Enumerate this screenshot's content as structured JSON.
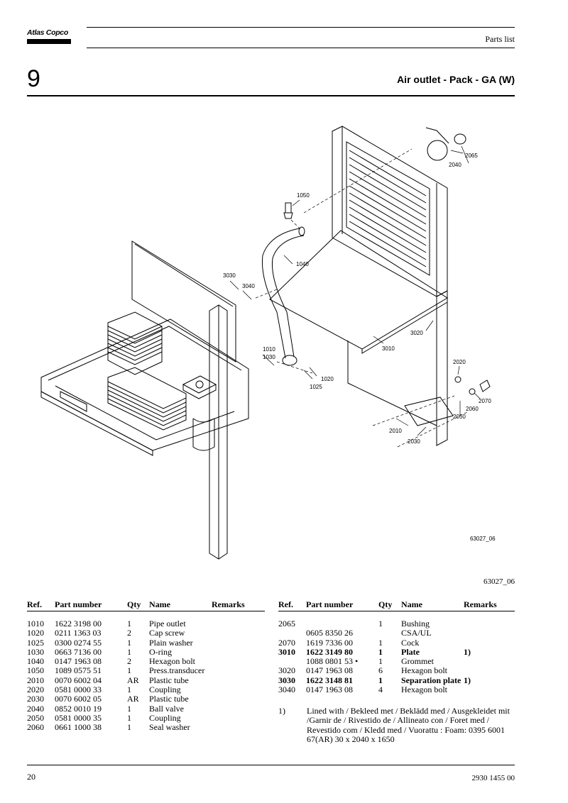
{
  "header": {
    "logo": "Atlas Copco",
    "doc_type": "Parts list",
    "section_number": "9",
    "section_title": "Air outlet - Pack - GA (W)"
  },
  "figure": {
    "callouts": [
      "1050",
      "1040",
      "3030",
      "3040",
      "1010",
      "1030",
      "1025",
      "1020",
      "3010",
      "3020",
      "2065",
      "2040",
      "2020",
      "2070",
      "2060",
      "2050",
      "2010",
      "2030"
    ],
    "inner_code": "63027_06",
    "caption": "63027_06"
  },
  "table_headers": {
    "ref": "Ref.",
    "part_number": "Part number",
    "qty": "Qty",
    "name": "Name",
    "remarks": "Remarks"
  },
  "left_rows": [
    {
      "ref": "1010",
      "part": "1622 3198 00",
      "qty": "1",
      "name": "Pipe outlet",
      "remark": ""
    },
    {
      "ref": "1020",
      "part": "0211 1363 03",
      "qty": "2",
      "name": "Cap screw",
      "remark": ""
    },
    {
      "ref": "1025",
      "part": "0300 0274 55",
      "qty": "1",
      "name": "Plain washer",
      "remark": ""
    },
    {
      "ref": "1030",
      "part": "0663 7136 00",
      "qty": "1",
      "name": "O-ring",
      "remark": ""
    },
    {
      "ref": "1040",
      "part": "0147 1963 08",
      "qty": "2",
      "name": "Hexagon bolt",
      "remark": ""
    },
    {
      "ref": "1050",
      "part": "1089 0575 51",
      "qty": "1",
      "name": "Press.transducer",
      "remark": ""
    },
    {
      "ref": "2010",
      "part": "0070 6002 04",
      "qty": "AR",
      "name": "Plastic tube",
      "remark": ""
    },
    {
      "ref": "2020",
      "part": "0581 0000 33",
      "qty": "1",
      "name": "Coupling",
      "remark": ""
    },
    {
      "ref": "2030",
      "part": "0070 6002 05",
      "qty": "AR",
      "name": "Plastic tube",
      "remark": ""
    },
    {
      "ref": "2040",
      "part": "0852 0010 19",
      "qty": "1",
      "name": "Ball valve",
      "remark": ""
    },
    {
      "ref": "2050",
      "part": "0581 0000 35",
      "qty": "1",
      "name": "Coupling",
      "remark": ""
    },
    {
      "ref": "2060",
      "part": "0661 1000 38",
      "qty": "1",
      "name": "Seal washer",
      "remark": ""
    }
  ],
  "right_rows": [
    {
      "ref": "2065",
      "part": "",
      "qty": "1",
      "name": "Bushing",
      "remark": "",
      "bold": false
    },
    {
      "ref": "",
      "part": "0605 8350 26",
      "qty": "",
      "name": "CSA/UL",
      "remark": "",
      "bold": false
    },
    {
      "ref": "2070",
      "part": "1619 7336 00",
      "qty": "1",
      "name": "Cock",
      "remark": "",
      "bold": false
    },
    {
      "ref": "3010",
      "part": "1622 3149 80",
      "qty": "1",
      "name": "Plate",
      "remark": "1)",
      "bold": true
    },
    {
      "ref": "",
      "part": "1088 0801 53 •",
      "qty": "1",
      "name": "Grommet",
      "remark": "",
      "bold": false
    },
    {
      "ref": "3020",
      "part": "0147 1963 08",
      "qty": "6",
      "name": "Hexagon bolt",
      "remark": "",
      "bold": false
    },
    {
      "ref": "3030",
      "part": "1622 3148 81",
      "qty": "1",
      "name": "Separation plate",
      "remark": "1)",
      "bold": true
    },
    {
      "ref": "3040",
      "part": "0147 1963 08",
      "qty": "4",
      "name": "Hexagon bolt",
      "remark": "",
      "bold": false
    }
  ],
  "note": {
    "key": "1)",
    "text": "Lined with / Bekleed met / Beklädd med / Ausgekleidet mit /Garnir de / Rivestido de / Allineato con / Foret med / Revestido com / Kledd med / Vuorattu : Foam: 0395 6001 67(AR) 30 x 2040 x 1650"
  },
  "footer": {
    "page_number": "20",
    "doc_number": "2930 1455 00"
  }
}
